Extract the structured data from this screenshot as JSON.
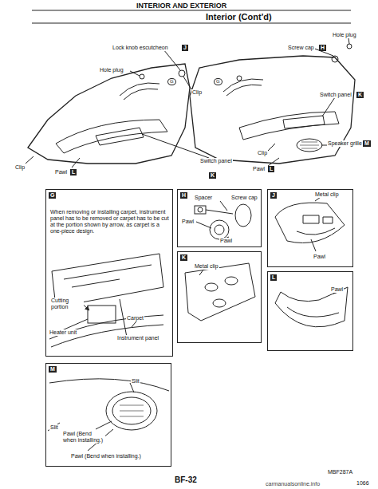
{
  "diagram": {
    "title": "INTERIOR AND EXTERIOR",
    "nodes": [
      {
        "text": [
          "G",
          "When removing or installing carpet, instrument panel has to be removed or carpet has to be cut at the portion shown by arrow, as carpet is a one-piece design.",
          "Cutting portion",
          "Heater unit",
          "Carpet",
          "Instrument panel"
        ]
      },
      {
        "text": [
          "H",
          "Spacer",
          "Screw cap",
          "Pawl",
          "Pawl"
        ]
      },
      {
        "text": [
          "J",
          "Metal clip",
          "Pawl"
        ]
      },
      {
        "text": [
          "K",
          "Metal clip"
        ]
      },
      {
        "text": [
          "L",
          "Pawl"
        ]
      },
      {
        "text": [
          "M",
          "Slit",
          "Slit",
          "Pawl (Bend when installing.)",
          "Pawl (Bend when installing.)"
        ]
      }
    ],
    "labels": [
      "Interior (Cont'd)",
      "Lock knob escutcheon",
      "J",
      "Hole plug",
      "G",
      "Clip",
      "G",
      "Hole plug",
      "Screw cap",
      "H",
      "Switch panel",
      "K",
      "Clip",
      "Speaker grille",
      "M",
      "Switch panel",
      "K",
      "Clip",
      "Pawl",
      "L",
      "Pawl",
      "L",
      "MBF287A",
      "BF-32",
      "1066",
      "carmanualsonline.info"
    ]
  }
}
